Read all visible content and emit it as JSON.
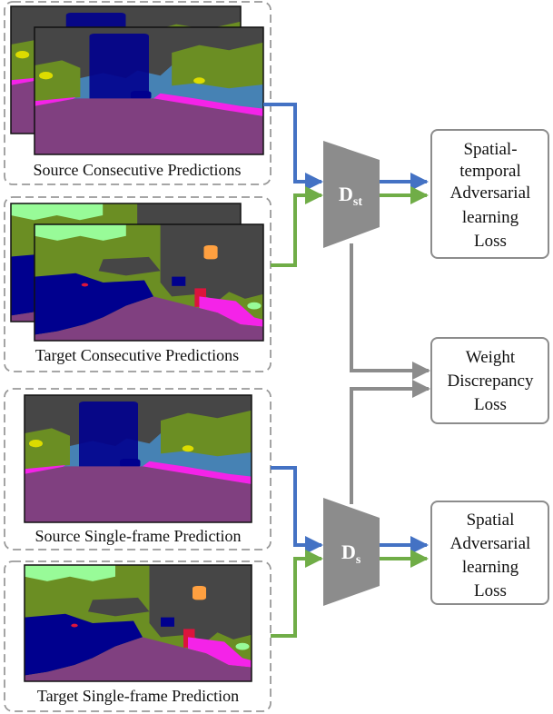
{
  "groups": {
    "source_consecutive": "Source Consecutive Predictions",
    "target_consecutive": "Target Consecutive Predictions",
    "source_single": "Source Single-frame Prediction",
    "target_single": "Target Single-frame Prediction"
  },
  "discriminators": {
    "d_st": {
      "main": "D",
      "sub": "st"
    },
    "d_s": {
      "main": "D",
      "sub": "s"
    }
  },
  "losses": {
    "spatiotemporal": [
      "Spatial-",
      "temporal",
      "Adversarial",
      "learning",
      "Loss"
    ],
    "weight": [
      "Weight",
      "Discrepancy",
      "Loss"
    ],
    "spatial": [
      "Spatial",
      "Adversarial",
      "learning",
      "Loss"
    ]
  },
  "colors": {
    "source_arrow": "#4472C4",
    "target_arrow": "#70AD47",
    "discriminator": "#8C8C8C",
    "weight_arrow": "#8C8C8C",
    "dashed_border": "#9A9A9A",
    "seg_road": "#804080",
    "seg_sky": "#4682B4",
    "seg_vegetation": "#6B8E23",
    "seg_building": "#464646",
    "seg_car": "#00008E",
    "seg_sidewalk": "#F423E8",
    "seg_sign": "#DCDC00",
    "seg_person": "#DC143C"
  }
}
